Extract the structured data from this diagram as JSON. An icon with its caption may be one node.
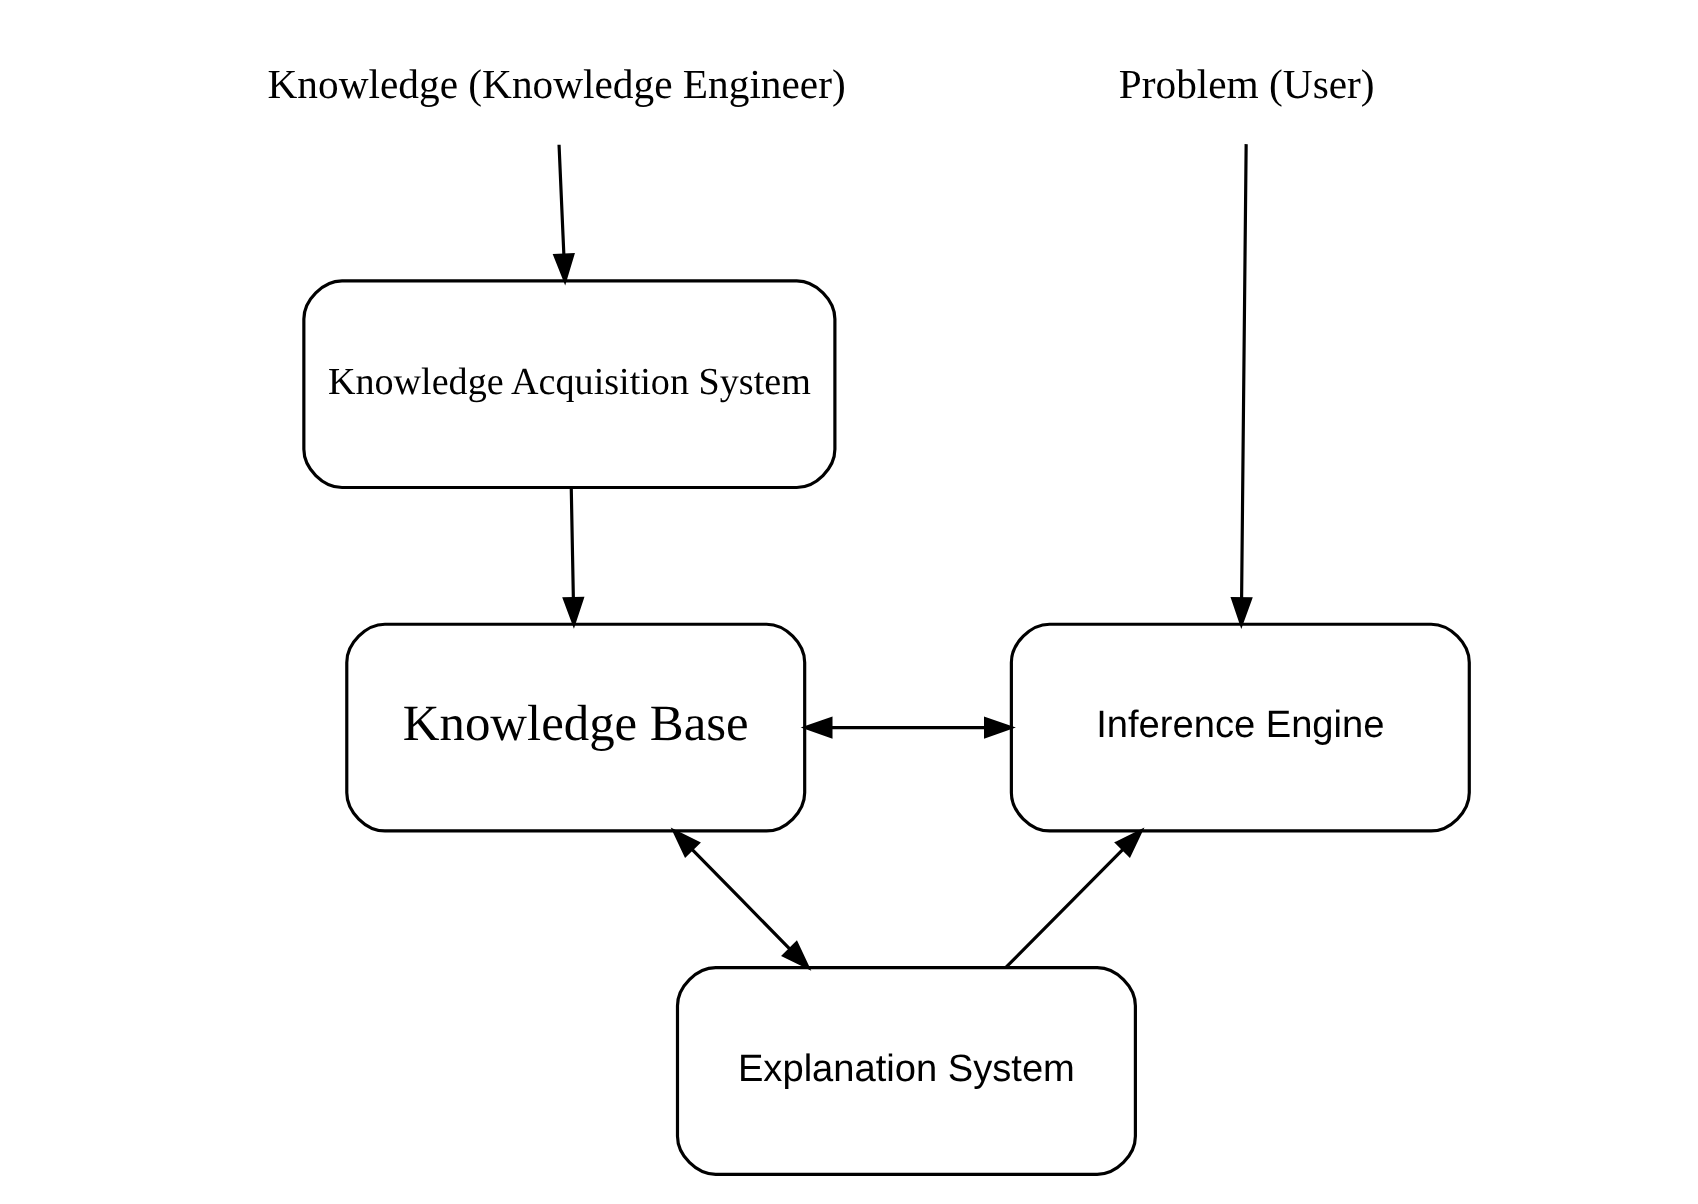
{
  "diagram": {
    "nodes": [
      {
        "text": [
          "Knowledge (Knowledge Engineer)"
        ]
      },
      {
        "text": [
          "Knowledge Acquisition System"
        ]
      },
      {
        "text": [
          "Problem (User)"
        ]
      },
      {
        "text": [
          "Knowledge Base"
        ]
      },
      {
        "text": [
          "Inference Engine"
        ]
      },
      {
        "text": [
          "Explanation System"
        ]
      }
    ],
    "edges": [
      {
        "from": 0,
        "to": 1,
        "arrow": "to"
      },
      {
        "from": 1,
        "to": 3,
        "arrow": "to"
      },
      {
        "from": 3,
        "to": 4,
        "arrow": "both"
      },
      {
        "from": 2,
        "to": 4,
        "arrow": "to"
      },
      {
        "from": 5,
        "to": 4,
        "arrow": "to"
      },
      {
        "from": 3,
        "to": 5,
        "arrow": "both"
      }
    ]
  }
}
